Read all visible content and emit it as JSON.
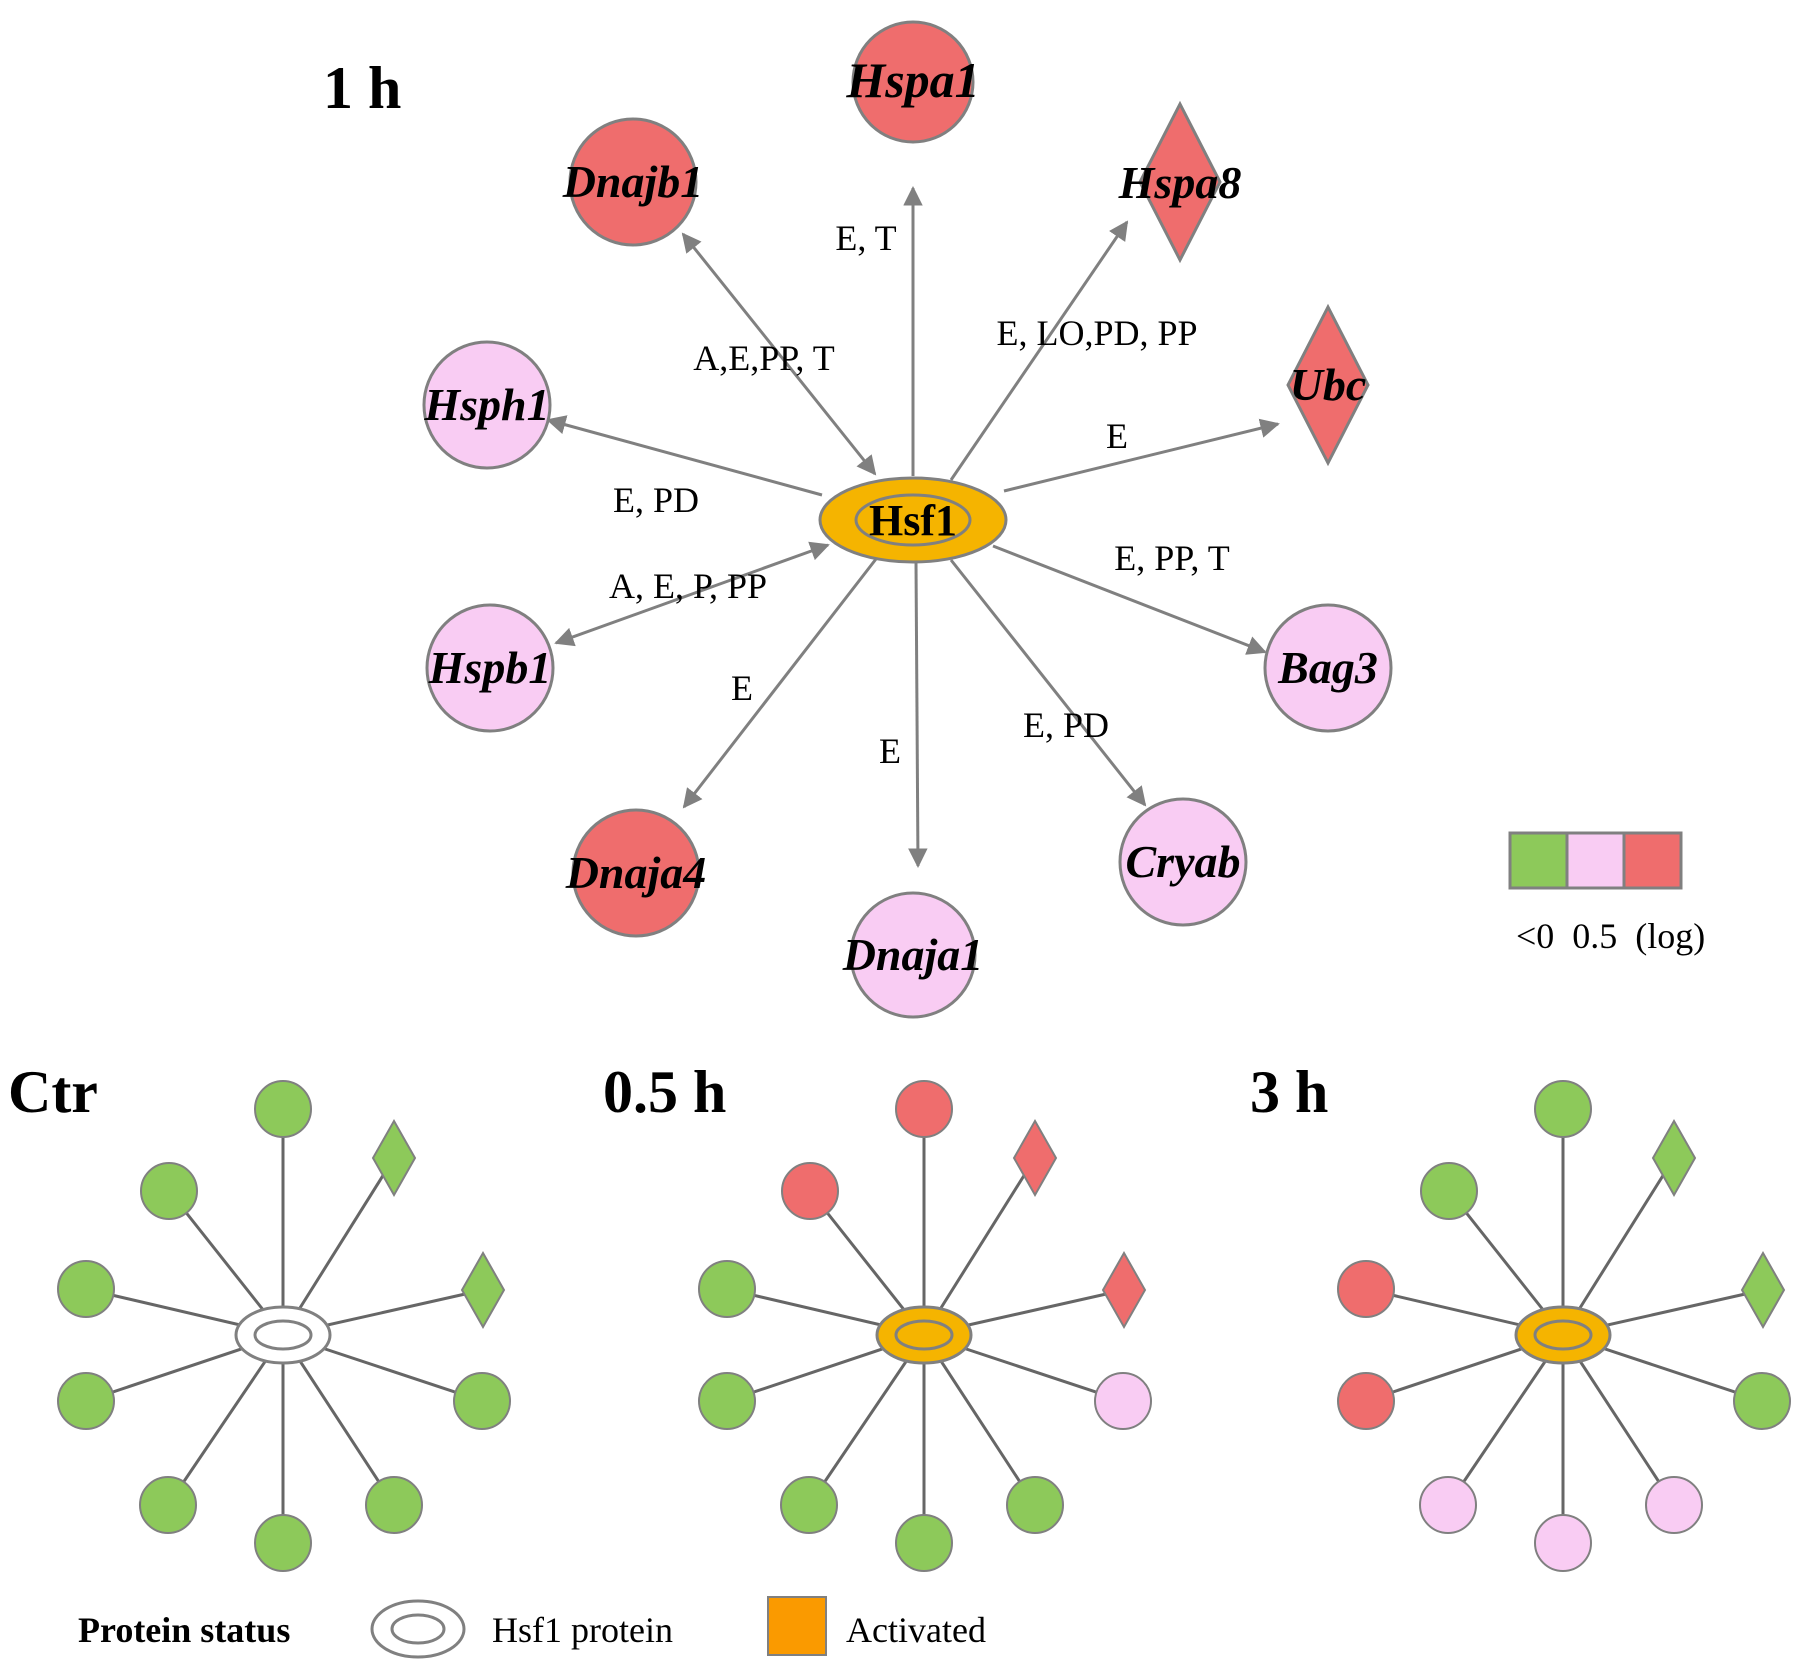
{
  "colors": {
    "green": "#8DC95A",
    "pink": "#F9CCF3",
    "red": "#EF6D6D",
    "orange": "#F5B400",
    "activated_swatch": "#FA9A00",
    "stroke": "#808080",
    "edge": "#808080",
    "white": "#FFFFFF"
  },
  "main_panel": {
    "title": "1 h",
    "hub": {
      "label": "Hsf1",
      "state": "activated"
    },
    "nodes": [
      {
        "key": "hspa1",
        "label": "Hspa1",
        "shape": "circle",
        "color": "red",
        "edge_label": "E, T",
        "edge_type": "out"
      },
      {
        "key": "hspa8",
        "label": "Hspa8",
        "shape": "diamond",
        "color": "red",
        "edge_label": "E, LO,PD, PP",
        "edge_type": "out"
      },
      {
        "key": "ubc",
        "label": "Ubc",
        "shape": "diamond",
        "color": "red",
        "edge_label": "E",
        "edge_type": "out"
      },
      {
        "key": "bag3",
        "label": "Bag3",
        "shape": "circle",
        "color": "pink",
        "edge_label": "E, PP, T",
        "edge_type": "out"
      },
      {
        "key": "cryab",
        "label": "Cryab",
        "shape": "circle",
        "color": "pink",
        "edge_label": "E, PD",
        "edge_type": "out"
      },
      {
        "key": "dnaja1",
        "label": "Dnaja1",
        "shape": "circle",
        "color": "pink",
        "edge_label": "E",
        "edge_type": "out"
      },
      {
        "key": "dnaja4",
        "label": "Dnaja4",
        "shape": "circle",
        "color": "red",
        "edge_label": "E",
        "edge_type": "out"
      },
      {
        "key": "hspb1",
        "label": "Hspb1",
        "shape": "circle",
        "color": "pink",
        "edge_label": "A, E, P, PP",
        "edge_type": "both"
      },
      {
        "key": "hsph1",
        "label": "Hsph1",
        "shape": "circle",
        "color": "pink",
        "edge_label": "E, PD",
        "edge_type": "out"
      },
      {
        "key": "dnajb1",
        "label": "Dnajb1",
        "shape": "circle",
        "color": "red",
        "edge_label": "A,E,PP, T",
        "edge_type": "both"
      }
    ]
  },
  "scale_legend": {
    "colors": [
      "green",
      "pink",
      "red"
    ],
    "label": "<0  0.5  (log)"
  },
  "small_panels": [
    {
      "title": "Ctr",
      "hub_state": "inactive",
      "node_colors": {
        "hspa1": "green",
        "hspa8": "green",
        "ubc": "green",
        "bag3": "green",
        "cryab": "green",
        "dnaja1": "green",
        "dnaja4": "green",
        "hspb1": "green",
        "hsph1": "green",
        "dnajb1": "green"
      }
    },
    {
      "title": "0.5 h",
      "hub_state": "activated",
      "node_colors": {
        "hspa1": "red",
        "hspa8": "red",
        "ubc": "red",
        "bag3": "pink",
        "cryab": "green",
        "dnaja1": "green",
        "dnaja4": "green",
        "hspb1": "green",
        "hsph1": "green",
        "dnajb1": "red"
      }
    },
    {
      "title": "3 h",
      "hub_state": "activated",
      "node_colors": {
        "hspa1": "green",
        "hspa8": "green",
        "ubc": "green",
        "bag3": "green",
        "cryab": "pink",
        "dnaja1": "pink",
        "dnaja4": "pink",
        "hspb1": "red",
        "hsph1": "red",
        "dnajb1": "green"
      }
    }
  ],
  "bottom_legend": {
    "title": "Protein status",
    "protein_label": "Hsf1 protein",
    "activated_label": "Activated"
  }
}
